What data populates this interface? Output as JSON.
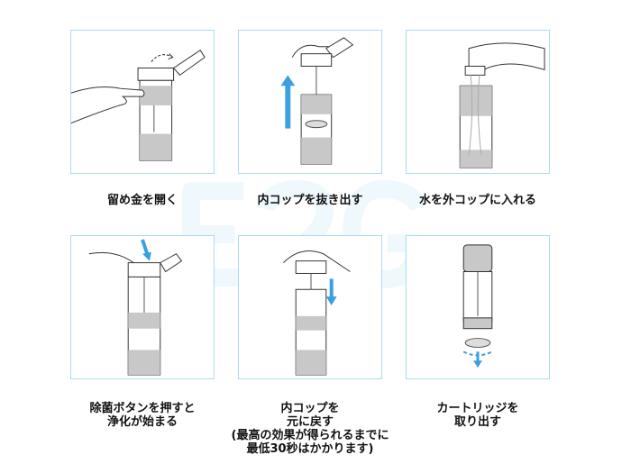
{
  "watermark": "E2G",
  "colors": {
    "border": "#a8dcf2",
    "arrow": "#3aa0e0",
    "band": "#c8c8c8"
  },
  "steps": [
    {
      "lines": [
        "留め金を開く"
      ]
    },
    {
      "lines": [
        "内コップを抜き出す"
      ]
    },
    {
      "lines": [
        "水を外コップに入れる"
      ]
    },
    {
      "lines": [
        "除菌ボタンを押すと",
        "浄化が始まる"
      ]
    },
    {
      "lines": [
        "内コップを",
        "元に戻す",
        "(最高の効果が得られるまでに",
        "最低30秒はかかります)"
      ]
    },
    {
      "lines": [
        "カートリッジを",
        "取り出す"
      ]
    }
  ]
}
